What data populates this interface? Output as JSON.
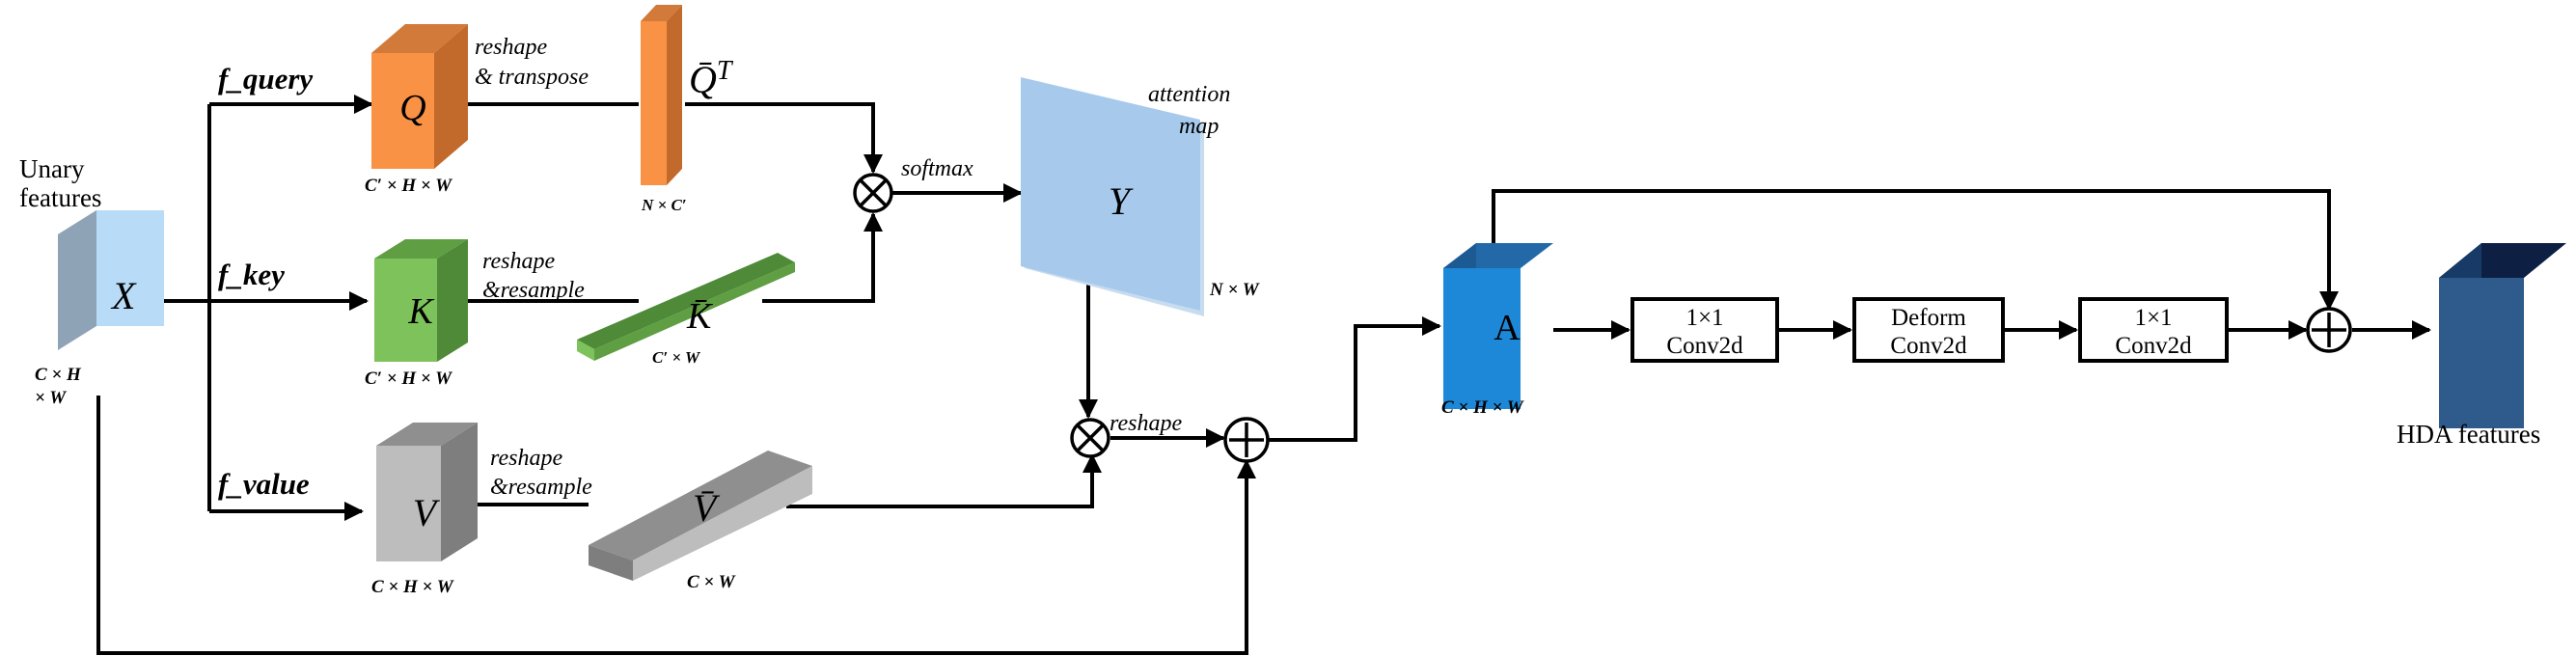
{
  "diagram": {
    "input": {
      "title_line1": "Unary",
      "title_line2": "features",
      "symbol": "X",
      "dim_line1": "C × H",
      "dim_line2": "× W"
    },
    "branches": {
      "query": "f_query",
      "key": "f_key",
      "value": "f_value"
    },
    "blocks": {
      "q": {
        "symbol": "Q",
        "dim": "C′ × H × W"
      },
      "qt": {
        "symbol": "Q̄",
        "sup": "T",
        "dim": "N × C′"
      },
      "k": {
        "symbol": "K",
        "dim": "C′ × H × W"
      },
      "kbar": {
        "symbol": "K̄",
        "dim": "C′ × W"
      },
      "v": {
        "symbol": "V",
        "dim": "C × H × W"
      },
      "vbar": {
        "symbol": "V̄",
        "dim": "C × W"
      },
      "y": {
        "symbol": "Y",
        "dim": "N × W"
      },
      "a": {
        "symbol": "A",
        "dim": "C × H × W"
      }
    },
    "labels": {
      "reshape_transpose_1": "reshape",
      "reshape_transpose_2": "& transpose",
      "reshape_resample_k1": "reshape",
      "reshape_resample_k2": "&resample",
      "reshape_resample_v1": "reshape",
      "reshape_resample_v2": "&resample",
      "softmax": "softmax",
      "attention_1": "attention",
      "attention_2": "map",
      "reshape": "reshape"
    },
    "ops": [
      {
        "id": "conv1",
        "line1": "1×1",
        "line2": "Conv2d"
      },
      {
        "id": "deform",
        "line1": "Deform",
        "line2": "Conv2d"
      },
      {
        "id": "conv2",
        "line1": "1×1",
        "line2": "Conv2d"
      }
    ],
    "output": {
      "label": "HDA features"
    },
    "colors": {
      "x_front": "#b8dcf8",
      "x_top": "#a2b4c6",
      "x_side": "#8fa3b6",
      "q_front": "#fa9246",
      "q_top": "#d17a3a",
      "q_side": "#c26a2c",
      "k_front": "#7dc25a",
      "k_top": "#5f9e42",
      "k_side": "#4e8a38",
      "v_front": "#bdbdbd",
      "v_top": "#8f8f8f",
      "v_side": "#7e7e7e",
      "y_plane": "#a7caec",
      "a_front": "#1e88d8",
      "a_top": "#2369a8",
      "a_side": "#1c5a94",
      "out_front": "#2e5a8c",
      "out_top": "#0e1f44",
      "out_side": "#173b66"
    }
  }
}
